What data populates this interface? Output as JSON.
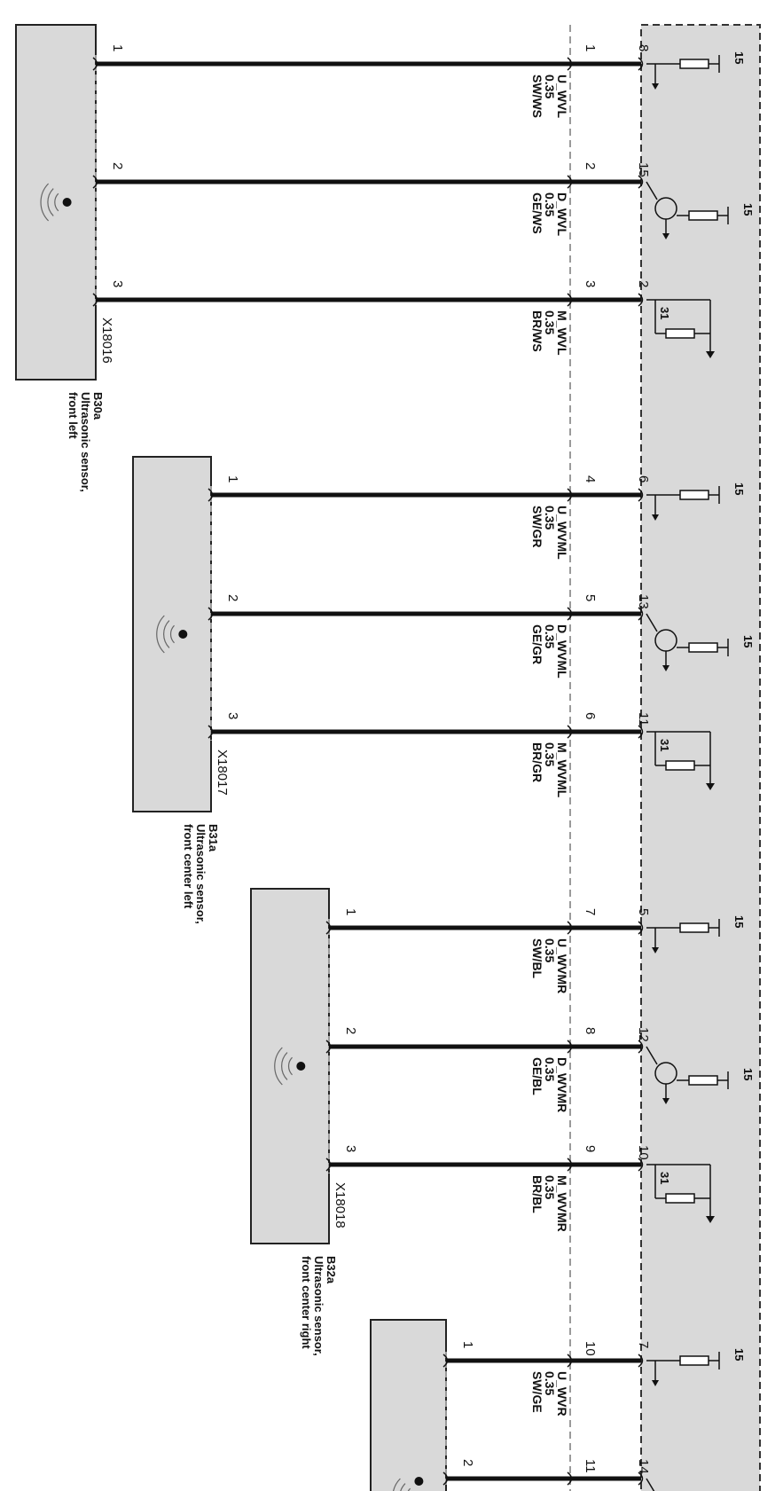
{
  "sensors": [
    {
      "id": "B30a",
      "name_line1": "Ultrasonic sensor,",
      "name_line2": "front left",
      "connector": "X18016",
      "pins": [
        {
          "sensor_pin": "1",
          "mid_pin": "1",
          "module_pin": "8",
          "signal": "U_WVL",
          "gauge": "0.35",
          "color": "SW/WS",
          "supply": "15",
          "type": "supply"
        },
        {
          "sensor_pin": "2",
          "mid_pin": "2",
          "module_pin": "15",
          "signal": "D_WVL",
          "gauge": "0.35",
          "color": "GE/WS",
          "supply": "15",
          "type": "data"
        },
        {
          "sensor_pin": "3",
          "mid_pin": "3",
          "module_pin": "2",
          "signal": "M_WVL",
          "gauge": "0.35",
          "color": "BR/WS",
          "supply": "31",
          "type": "ground"
        }
      ]
    },
    {
      "id": "B31a",
      "name_line1": "Ultrasonic sensor,",
      "name_line2": "front center left",
      "connector": "X18017",
      "pins": [
        {
          "sensor_pin": "1",
          "mid_pin": "4",
          "module_pin": "6",
          "signal": "U_WVML",
          "gauge": "0.35",
          "color": "SW/GR",
          "supply": "15",
          "type": "supply"
        },
        {
          "sensor_pin": "2",
          "mid_pin": "5",
          "module_pin": "13",
          "signal": "D_WVML",
          "gauge": "0.35",
          "color": "GE/GR",
          "supply": "15",
          "type": "data"
        },
        {
          "sensor_pin": "3",
          "mid_pin": "6",
          "module_pin": "11",
          "signal": "M_WVML",
          "gauge": "0.35",
          "color": "BR/GR",
          "supply": "31",
          "type": "ground"
        }
      ]
    },
    {
      "id": "B32a",
      "name_line1": "Ultrasonic sensor,",
      "name_line2": "front center right",
      "connector": "X18018",
      "pins": [
        {
          "sensor_pin": "1",
          "mid_pin": "7",
          "module_pin": "5",
          "signal": "U_WVMR",
          "gauge": "0.35",
          "color": "SW/BL",
          "supply": "15",
          "type": "supply"
        },
        {
          "sensor_pin": "2",
          "mid_pin": "8",
          "module_pin": "12",
          "signal": "D_WVMR",
          "gauge": "0.35",
          "color": "GE/BL",
          "supply": "15",
          "type": "data"
        },
        {
          "sensor_pin": "3",
          "mid_pin": "9",
          "module_pin": "10",
          "signal": "M_WVMR",
          "gauge": "0.35",
          "color": "BR/BL",
          "supply": "31",
          "type": "ground"
        }
      ]
    },
    {
      "id": "",
      "name_line1": "",
      "name_line2": "",
      "connector": "",
      "pins": [
        {
          "sensor_pin": "1",
          "mid_pin": "10",
          "module_pin": "7",
          "signal": "U_WVR",
          "gauge": "0.35",
          "color": "SW/GE",
          "supply": "15",
          "type": "supply"
        },
        {
          "sensor_pin": "2",
          "mid_pin": "11",
          "module_pin": "14",
          "signal": "",
          "gauge": "",
          "color": "",
          "supply": "",
          "type": "data"
        }
      ]
    }
  ],
  "colors": {
    "module_fill": "#d9d9d9",
    "sensor_fill": "#d9d9d9",
    "wire": "#111111",
    "dashed": "#9a9a9a"
  }
}
